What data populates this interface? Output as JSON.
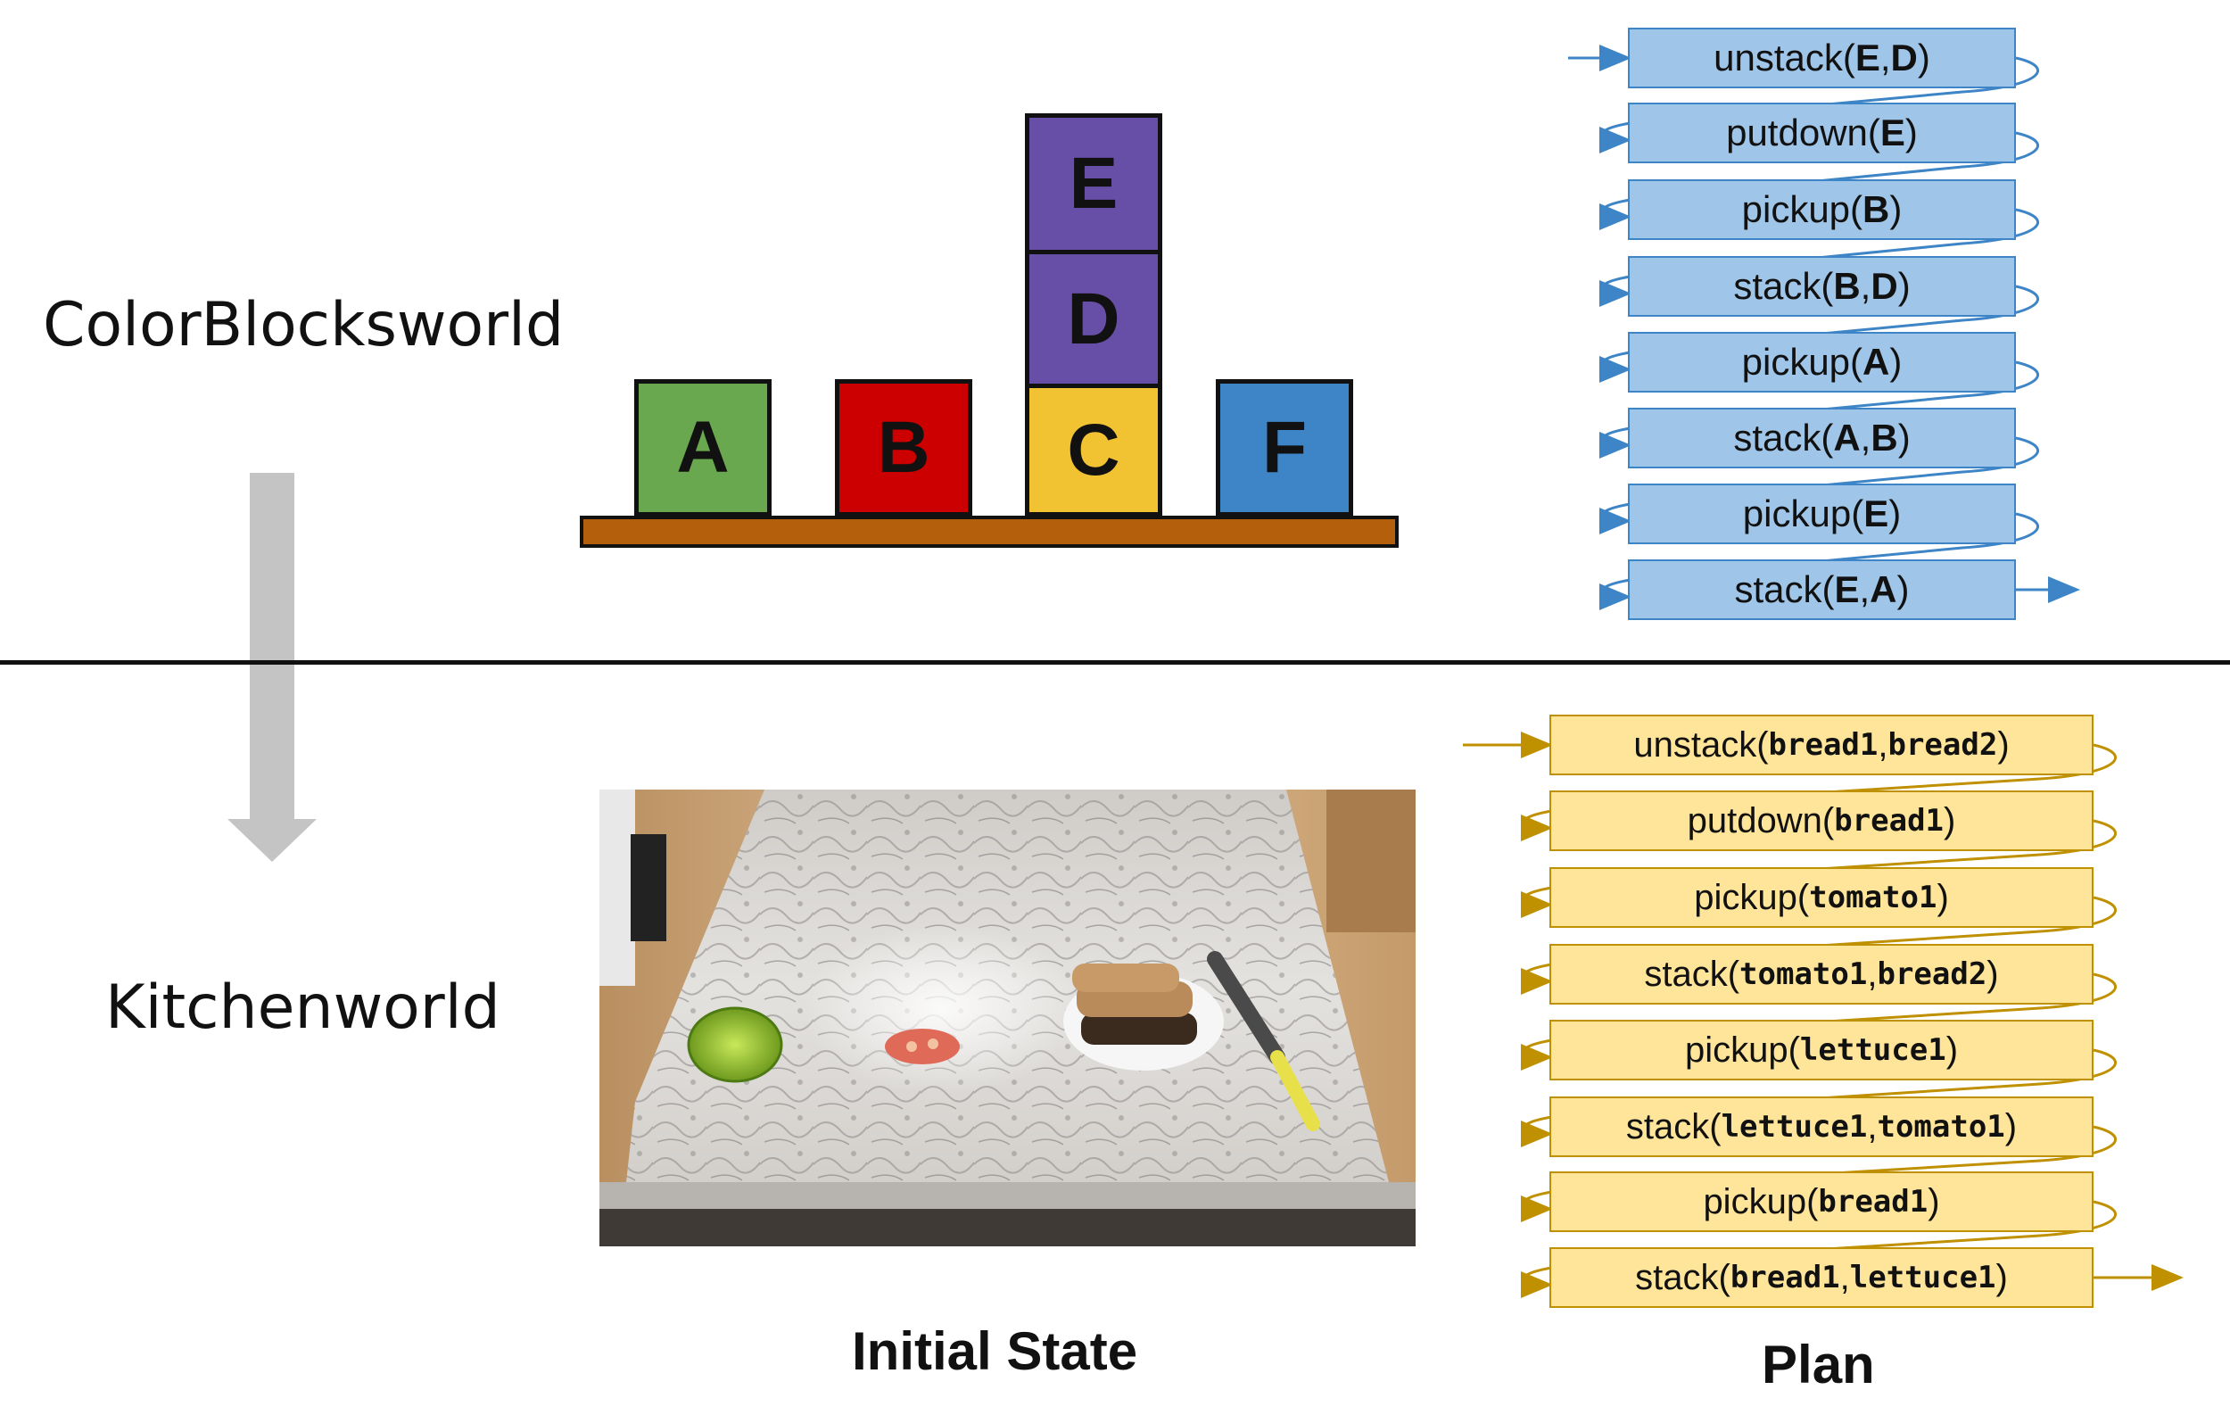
{
  "labels": {
    "top_domain": "ColorBlocksworld",
    "bottom_domain": "Kitchenworld",
    "initial_state": "Initial State",
    "plan": "Plan"
  },
  "blocks": [
    {
      "letter": "A",
      "color": "#6aa84f"
    },
    {
      "letter": "B",
      "color": "#cc0000"
    },
    {
      "letter": "C",
      "color": "#f1c232"
    },
    {
      "letter": "D",
      "color": "#674ea7"
    },
    {
      "letter": "E",
      "color": "#674ea7"
    },
    {
      "letter": "F",
      "color": "#3d85c6"
    }
  ],
  "blocks_plan": [
    {
      "action": "unstack(",
      "args": [
        "E",
        "D"
      ],
      "sep": ", ",
      "close": ")"
    },
    {
      "action": "putdown(",
      "args": [
        "E"
      ],
      "sep": "",
      "close": ")"
    },
    {
      "action": "pickup(",
      "args": [
        "B"
      ],
      "sep": "",
      "close": ")"
    },
    {
      "action": "stack(",
      "args": [
        "B",
        "D"
      ],
      "sep": ", ",
      "close": ")"
    },
    {
      "action": "pickup(",
      "args": [
        "A"
      ],
      "sep": "",
      "close": ")"
    },
    {
      "action": "stack(",
      "args": [
        "A",
        "B"
      ],
      "sep": ",",
      "close": ")"
    },
    {
      "action": "pickup(",
      "args": [
        "E"
      ],
      "sep": "",
      "close": ")"
    },
    {
      "action": "stack(",
      "args": [
        "E",
        "A"
      ],
      "sep": ", ",
      "close": ")"
    }
  ],
  "kitchen_plan": [
    {
      "action": "unstack(",
      "args": [
        "bread1",
        "bread2"
      ],
      "sep": ", ",
      "close": ")"
    },
    {
      "action": "putdown(",
      "args": [
        "bread1"
      ],
      "sep": "",
      "close": ")"
    },
    {
      "action": "pickup(",
      "args": [
        "tomato1"
      ],
      "sep": "",
      "close": ")"
    },
    {
      "action": "stack(",
      "args": [
        "tomato1",
        "bread2"
      ],
      "sep": ", ",
      "close": ")"
    },
    {
      "action": "pickup(",
      "args": [
        "lettuce1"
      ],
      "sep": "",
      "close": ")"
    },
    {
      "action": "stack(",
      "args": [
        "lettuce1",
        "tomato1"
      ],
      "sep": ", ",
      "close": ")"
    },
    {
      "action": "pickup(",
      "args": [
        "bread1"
      ],
      "sep": "",
      "close": ")"
    },
    {
      "action": "stack(",
      "args": [
        "bread1",
        "lettuce1"
      ],
      "sep": ", ",
      "close": ")"
    }
  ],
  "colors": {
    "blue_box": "#9fc5e8",
    "blue_border": "#3d85c6",
    "yellow_box": "#ffe599",
    "yellow_border": "#bf9000",
    "table": "#b35f0c",
    "arrow": "#c4c4c4"
  }
}
